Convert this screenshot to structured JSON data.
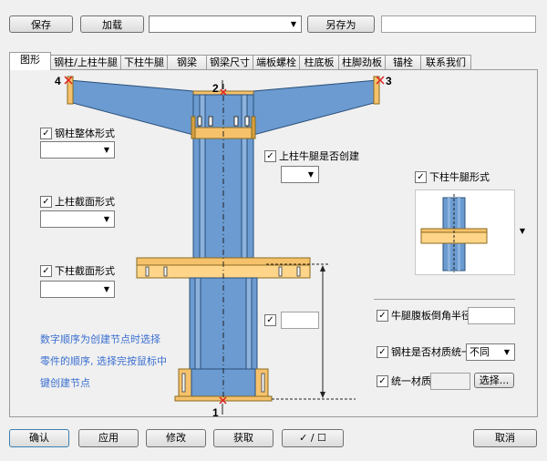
{
  "toolbar": {
    "save_label": "保存",
    "load_label": "加载",
    "preset_value": "",
    "save_as_label": "另存为",
    "save_as_name": ""
  },
  "tabs": [
    {
      "label": "图形"
    },
    {
      "label": "钢柱/上柱牛腿"
    },
    {
      "label": "下柱牛腿"
    },
    {
      "label": "钢梁"
    },
    {
      "label": "钢梁尺寸"
    },
    {
      "label": "端板螺栓"
    },
    {
      "label": "柱底板"
    },
    {
      "label": "柱脚劲板"
    },
    {
      "label": "锚栓"
    },
    {
      "label": "联系我们"
    }
  ],
  "form": {
    "column_overall_form": {
      "label": "钢柱整体形式",
      "checked": true,
      "value": ""
    },
    "upper_section_form": {
      "label": "上柱截面形式",
      "checked": true,
      "value": ""
    },
    "lower_section_form": {
      "label": "下柱截面形式",
      "checked": true,
      "value": ""
    },
    "upper_bracket_create": {
      "label": "上柱牛腿是否创建",
      "checked": true,
      "value": ""
    },
    "lower_bracket_form": {
      "label": "下柱牛腿形式",
      "checked": true
    },
    "small_field": {
      "checked": true,
      "value": ""
    },
    "web_chamfer_radius": {
      "label": "牛腿腹板倒角半径",
      "checked": true,
      "value": ""
    },
    "uniform_material": {
      "label": "钢柱是否材质统一",
      "checked": true,
      "value": "不同"
    },
    "single_material": {
      "label": "统一材质",
      "checked": true,
      "value": "",
      "select_label": "选择..."
    }
  },
  "diagram": {
    "markers": {
      "n1": "1",
      "n2": "2",
      "n3": "3",
      "n4": "4"
    },
    "colors": {
      "steel": "#6b9bd0",
      "plate": "#f5c26b",
      "marker": "#e02020"
    }
  },
  "note": {
    "line1": "数字顺序为创建节点时选择",
    "line2": "零件的顺序, 选择完按鼠标中",
    "line3": "键创建节点"
  },
  "bottom": {
    "ok": "确认",
    "apply": "应用",
    "modify": "修改",
    "get": "获取",
    "toggle": "✓ / ☐",
    "cancel": "取消"
  }
}
